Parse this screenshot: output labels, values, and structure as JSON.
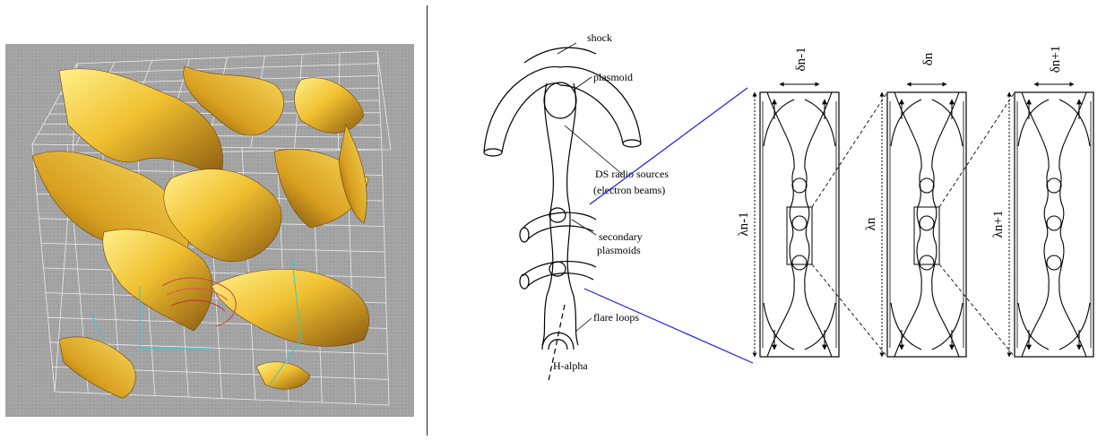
{
  "figure": {
    "left": {
      "background": "#a0a0a0",
      "surface_color": "#e8b830",
      "grid_color": "#ffffff",
      "field_line_color": "#33c8c8"
    },
    "flare_model": {
      "labels": {
        "shock": "shock",
        "plasmoid": "plasmoid",
        "ds_line1": "DS radio sources",
        "ds_line2": "(electron beams)",
        "secondary_line1": "secondary",
        "secondary_line2": "plasmoids",
        "flare_loops": "flare loops",
        "h_alpha": "H-alpha"
      }
    },
    "sheets": [
      {
        "lambda": "λn-1",
        "delta": "δn-1"
      },
      {
        "lambda": "λn",
        "delta": "δn"
      },
      {
        "lambda": "λn+1",
        "delta": "δn+1"
      }
    ],
    "connector_color": "#1a1aee"
  }
}
